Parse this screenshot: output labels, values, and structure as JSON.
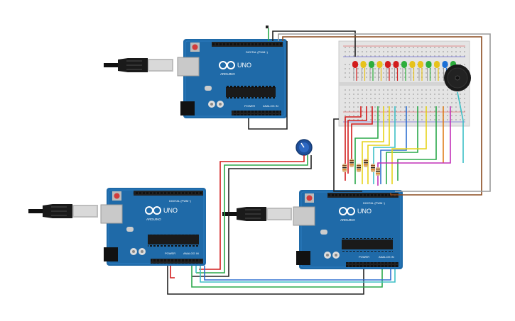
{
  "boards": [
    {
      "brand": "ARDUINO",
      "model": "UNO",
      "digital_label": "DIGITAL (PWM~)",
      "power_label": "POWER",
      "analog_label": "ANALOG IN"
    },
    {
      "brand": "ARDUINO",
      "model": "UNO",
      "digital_label": "DIGITAL (PWM~)",
      "power_label": "POWER",
      "analog_label": "ANALOG IN"
    },
    {
      "brand": "ARDUINO",
      "model": "UNO",
      "digital_label": "DIGITAL (PWM~)",
      "power_label": "POWER",
      "analog_label": "ANALOG IN"
    }
  ],
  "led_colors": [
    "#d21c1c",
    "#e7c21b",
    "#2dae3c",
    "#e7c21b",
    "#d21c1c",
    "#d21c1c",
    "#2dae3c",
    "#e7c21b",
    "#e7c21b",
    "#2dae3c",
    "#e7c21b",
    "#1b6fd6",
    "#2dae3c"
  ],
  "colors": {
    "board": "#1f6aa8",
    "board_dark": "#174f80",
    "wire_red": "#d21c1c",
    "wire_black": "#222222",
    "wire_green": "#2aa84a",
    "wire_yellow": "#e6d31a",
    "wire_cyan": "#3ebfc6",
    "wire_blue": "#2f6fd0",
    "wire_orange": "#e07e1b",
    "wire_magenta": "#c230b8",
    "wire_brown": "#8a4a1e",
    "wire_gray": "#9a9a9a"
  },
  "icons": [
    "usb-cable-icon",
    "potentiometer-icon",
    "buzzer-icon",
    "breadboard-icon",
    "resistor-icon",
    "led-icon"
  ]
}
